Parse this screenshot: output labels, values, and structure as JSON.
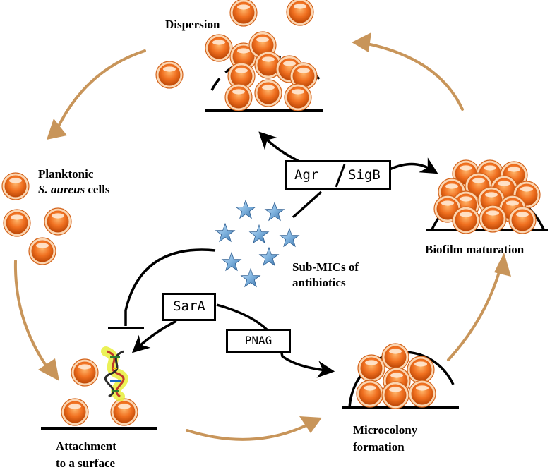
{
  "stages": {
    "dispersion": "Dispersion",
    "planktonic_line1": "Planktonic",
    "planktonic_species": "S. aureus",
    "planktonic_rest": " cells",
    "attachment_line1": "Attachment",
    "attachment_line2": "to a surface",
    "microcolony_line1": "Microcolony",
    "microcolony_line2": "formation",
    "maturation": "Biofilm maturation"
  },
  "regulators": {
    "agr": "Agr",
    "sigb": "SigB",
    "sara": "SarA",
    "pnag": "PNAG"
  },
  "antibiotics": {
    "line1": "Sub-MICs of",
    "line2": "antibiotics"
  },
  "colors": {
    "cell_fill": "#f07020",
    "cell_dark": "#c04a08",
    "cell_highlight": "#fde2c8",
    "cycle_arrow": "#c8955a",
    "star_fill": "#7fb3df",
    "star_edge": "#3b72a8",
    "dna_glow": "#e8ef3a"
  }
}
